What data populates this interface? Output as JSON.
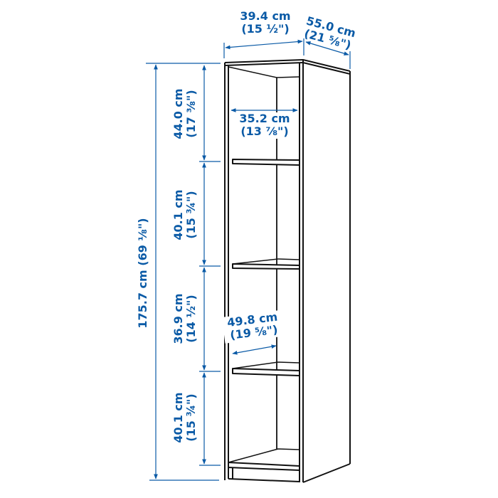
{
  "diagram": {
    "type": "product-dimension-drawing",
    "subject": "tall narrow shelving unit with 4 compartments",
    "colors": {
      "dimension": "#0a5aa6",
      "outline": "#111111",
      "background": "#ffffff"
    },
    "dimensions": {
      "width": {
        "cm": "39.4 cm",
        "in": "(15 ½\")"
      },
      "depth": {
        "cm": "55.0 cm",
        "in": "(21 ⅝\")"
      },
      "inner_width": {
        "cm": "35.2 cm",
        "in": "(13 ⅞\")"
      },
      "shelf_depth": {
        "cm": "49.8 cm",
        "in": "(19 ⅝\")"
      },
      "total_height": {
        "label": "175.7 cm (69 ⅛\")"
      },
      "compartments": [
        {
          "cm": "44.0 cm",
          "in": "(17 ⅜\")"
        },
        {
          "cm": "40.1 cm",
          "in": "(15 ¾\")"
        },
        {
          "cm": "36.9 cm",
          "in": "(14 ½\")"
        },
        {
          "cm": "40.1 cm",
          "in": "(15 ¾\")"
        }
      ]
    }
  }
}
